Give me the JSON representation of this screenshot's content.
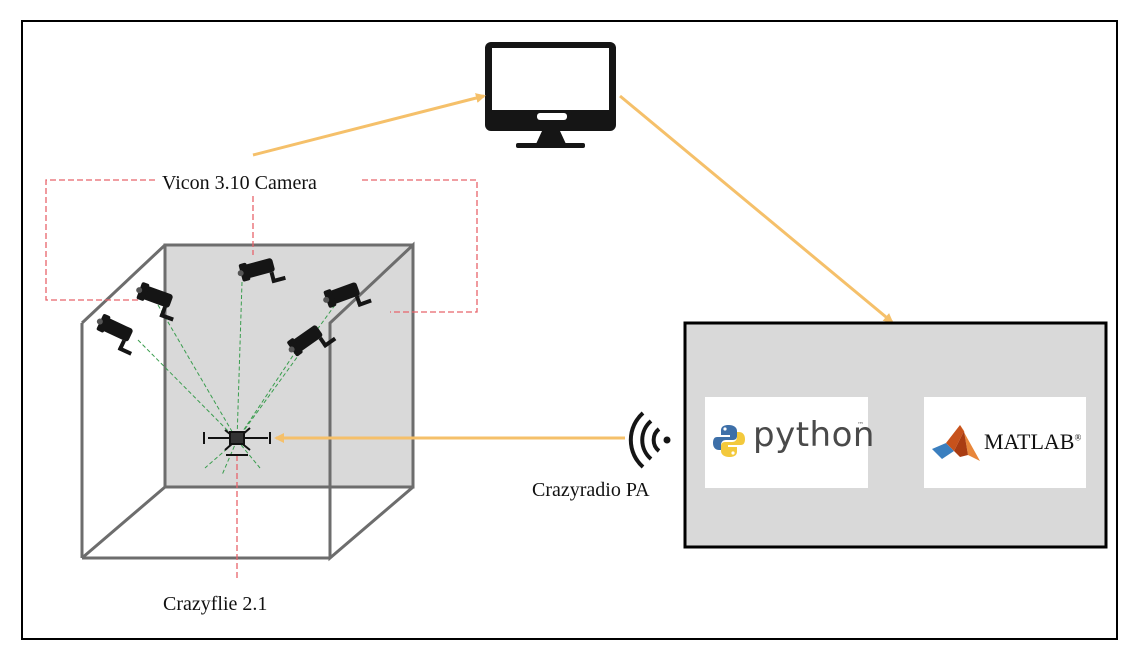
{
  "labels": {
    "camera": "Vicon 3.10 Camera",
    "radio": "Crazyradio PA",
    "drone": "Crazyflie 2.1"
  },
  "software": {
    "python": "python",
    "python_tm": "™",
    "matlab": "MATLAB",
    "matlab_mark": "®"
  },
  "colors": {
    "arrow": "#f5c06a",
    "camera_link": "#e8636b",
    "tracking_ray": "#3a9d4e",
    "wall_fill": "#d9d9d9",
    "frame": "#000000"
  },
  "icons": [
    "monitor-icon",
    "security-camera-icon",
    "wireless-signal-icon",
    "quadcopter-icon",
    "python-logo-icon",
    "matlab-logo-icon"
  ]
}
